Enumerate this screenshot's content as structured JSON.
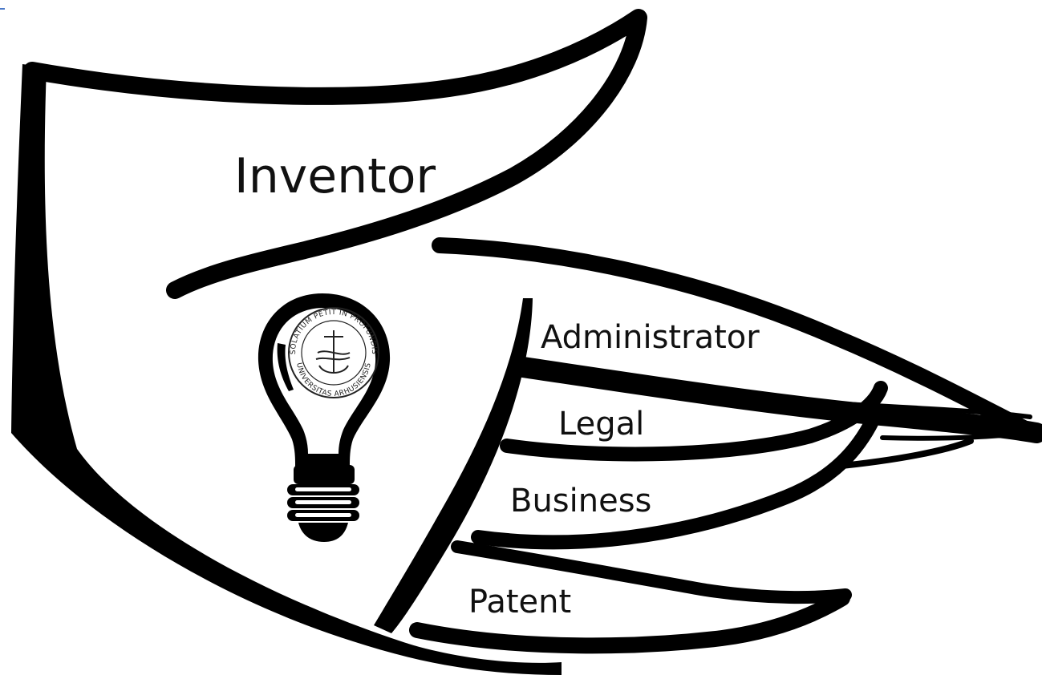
{
  "diagram": {
    "top_label": "Inventor",
    "feathers": [
      {
        "id": "administrator",
        "label": "Administrator"
      },
      {
        "id": "legal",
        "label": "Legal"
      },
      {
        "id": "business",
        "label": "Business"
      },
      {
        "id": "patent",
        "label": "Patent"
      }
    ],
    "seal_text_top": "SOLATIUM PETIT IN PROFUNDIS",
    "seal_text_bottom": "UNIVERSITAS ARHUSIENSIS",
    "ink_color": "#000000",
    "paper_color": "#ffffff"
  }
}
